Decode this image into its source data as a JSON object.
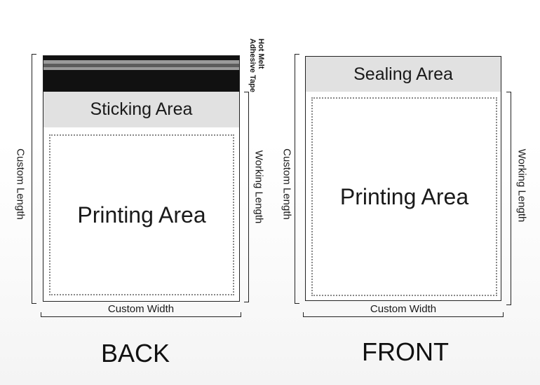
{
  "back": {
    "tape_label_line1": "Hot Melt",
    "tape_label_line2": "Adhesive Tape",
    "band_label": "Sticking Area",
    "printing_label": "Printing Area",
    "length_label": "Custom Length",
    "working_label": "Working Length",
    "width_label": "Custom Width",
    "title": "BACK"
  },
  "front": {
    "band_label": "Sealing Area",
    "printing_label": "Printing Area",
    "length_label": "Custom Length",
    "working_label": "Working Length",
    "width_label": "Custom Width",
    "title": "FRONT"
  },
  "colors": {
    "tape": "#111111",
    "tape_stripe_light": "#9a9a9a",
    "tape_stripe_mid": "#5c5c5c",
    "band": "#e1e1e1",
    "outline": "#222222"
  }
}
